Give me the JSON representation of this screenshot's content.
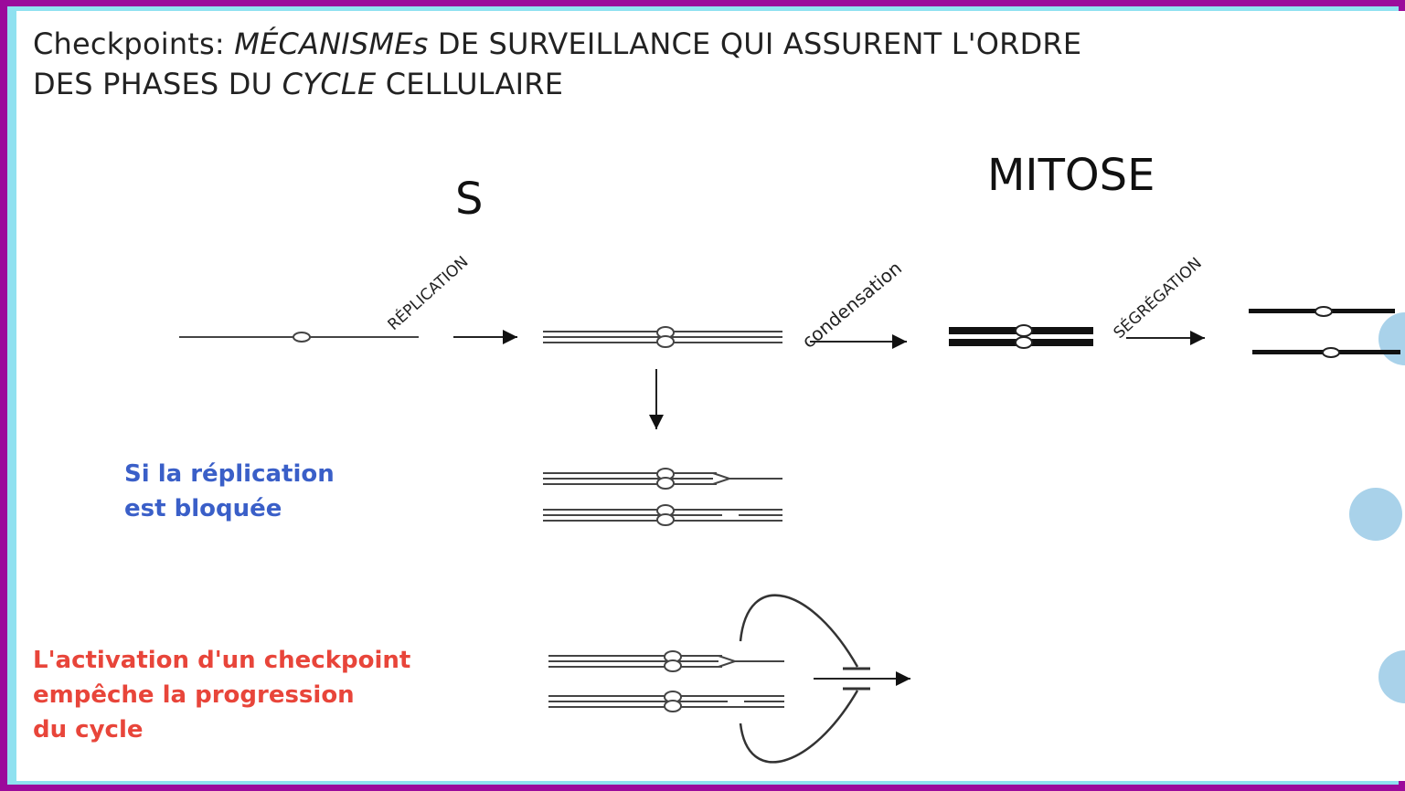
{
  "title": {
    "prefix": "Checkpoints: ",
    "italic_part": "MÉCANISMEs",
    "rest_line1": " DE SURVEILLANCE QUI ASSURENT L'ORDRE",
    "line2_a": "DES PHASES DU ",
    "line2_italic": "CYCLE",
    "line2_b": " CELLULAIRE"
  },
  "phases": {
    "s_label": "S",
    "mitose_label": "MITOSE"
  },
  "steps": {
    "replication": "RÉPLICATION",
    "condensation": "condensation",
    "segregation": "SÉGRÉGATION"
  },
  "notes": {
    "blocked": "Si la réplication\nest bloquée",
    "checkpoint": "L'activation d'un checkpoint\nempêche la progression\ndu cycle"
  },
  "colors": {
    "frame": "#9b0a9b",
    "inner_frame": "#8fe1f0",
    "note_blue": "#3a5fc8",
    "note_red": "#e8453a"
  }
}
